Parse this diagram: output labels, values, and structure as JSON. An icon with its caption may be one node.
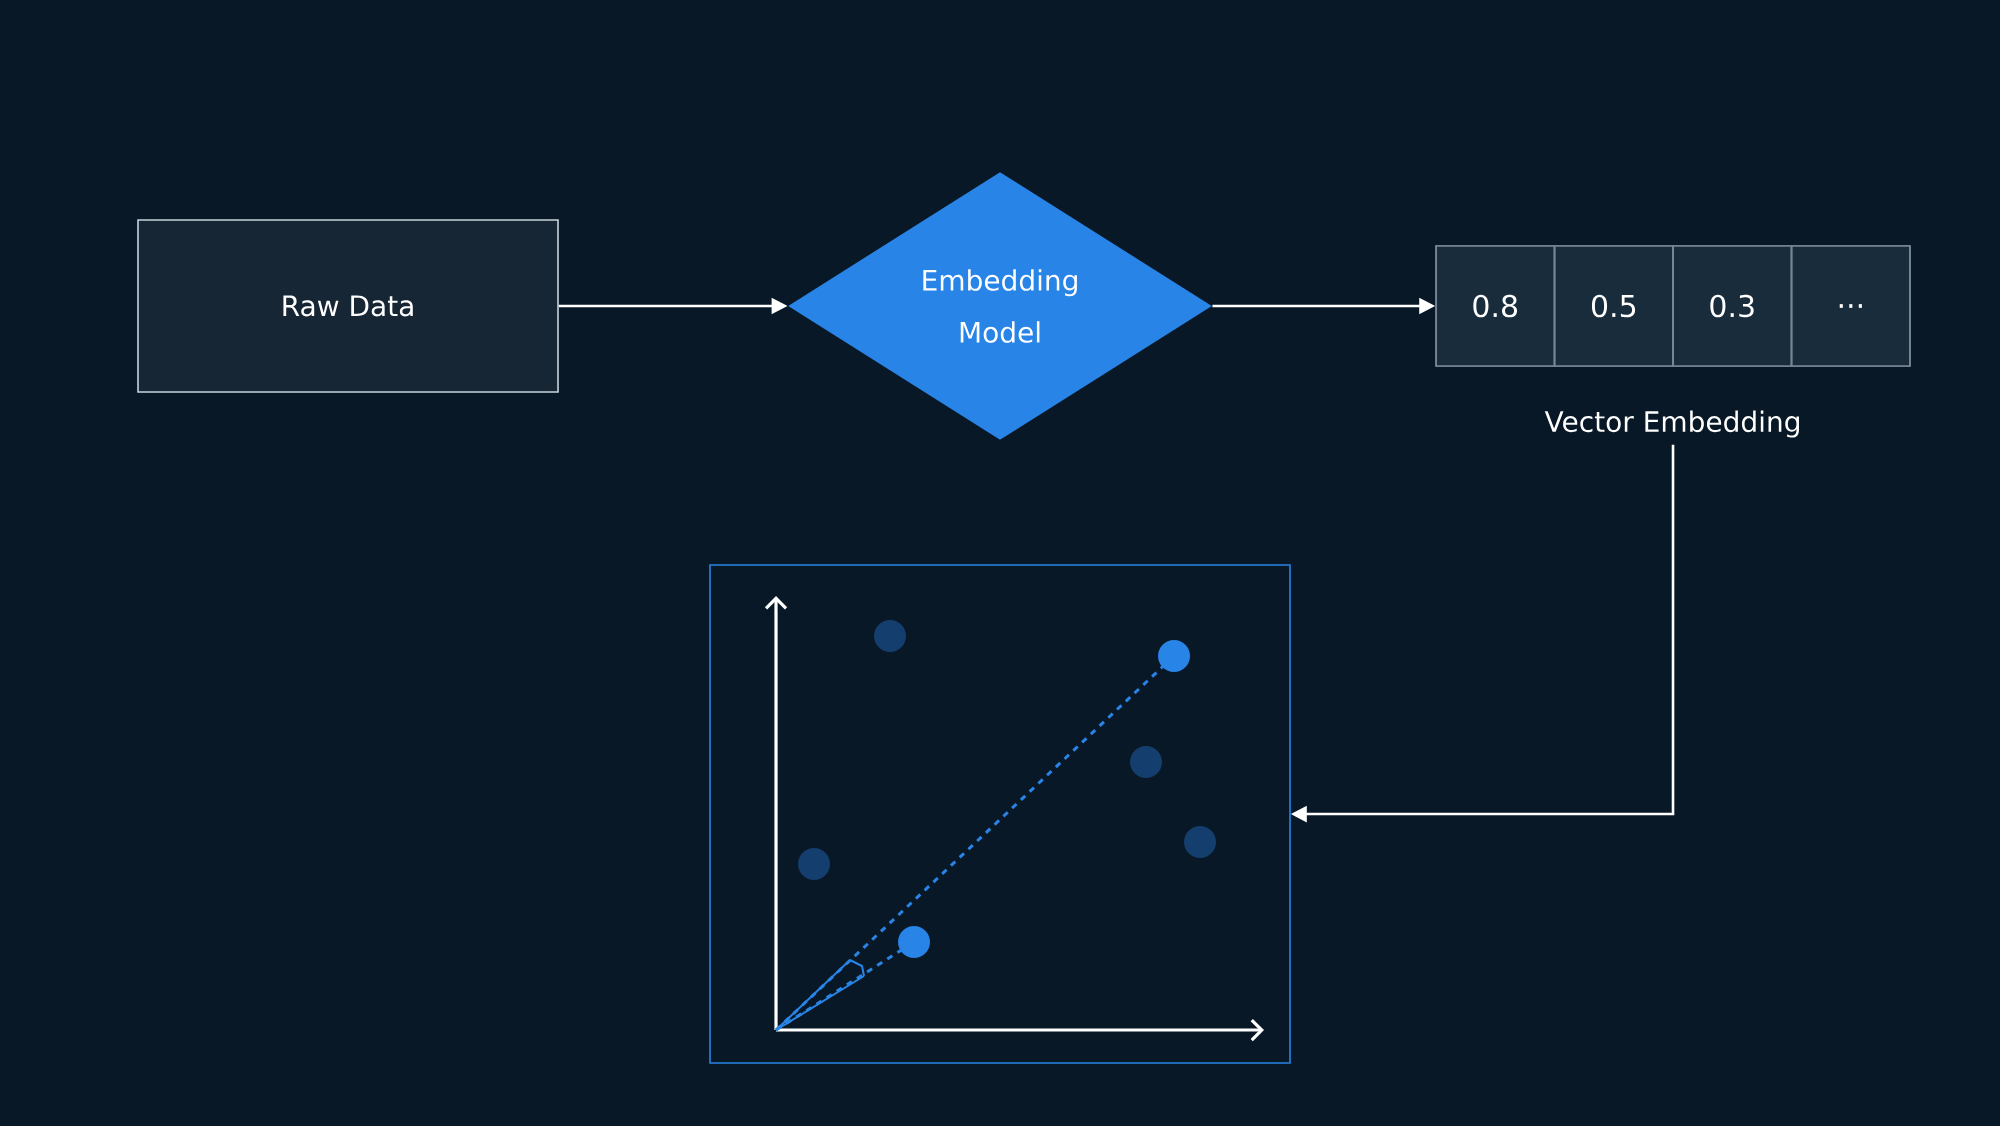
{
  "diagram": {
    "nodes": [
      {
        "text": [
          "Raw Data"
        ]
      },
      {
        "text": [
          "Embedding Model"
        ]
      },
      {
        "text": [
          "Vector Embedding"
        ]
      },
      {
        "text": [
          "0.8"
        ],
        "in": 2
      },
      {
        "text": [
          "0.5"
        ],
        "in": 2
      },
      {
        "text": [
          "0.3"
        ],
        "in": 2
      },
      {
        "text": [
          "..."
        ],
        "in": 2
      },
      {
        "text": [],
        "shape": "picture"
      }
    ],
    "edges": [
      {
        "from": 0,
        "to": 1,
        "arrow": "to"
      },
      {
        "from": 1,
        "to": 2,
        "arrow": "to"
      },
      {
        "from": 2,
        "to": 7,
        "arrow": "to"
      }
    ]
  }
}
